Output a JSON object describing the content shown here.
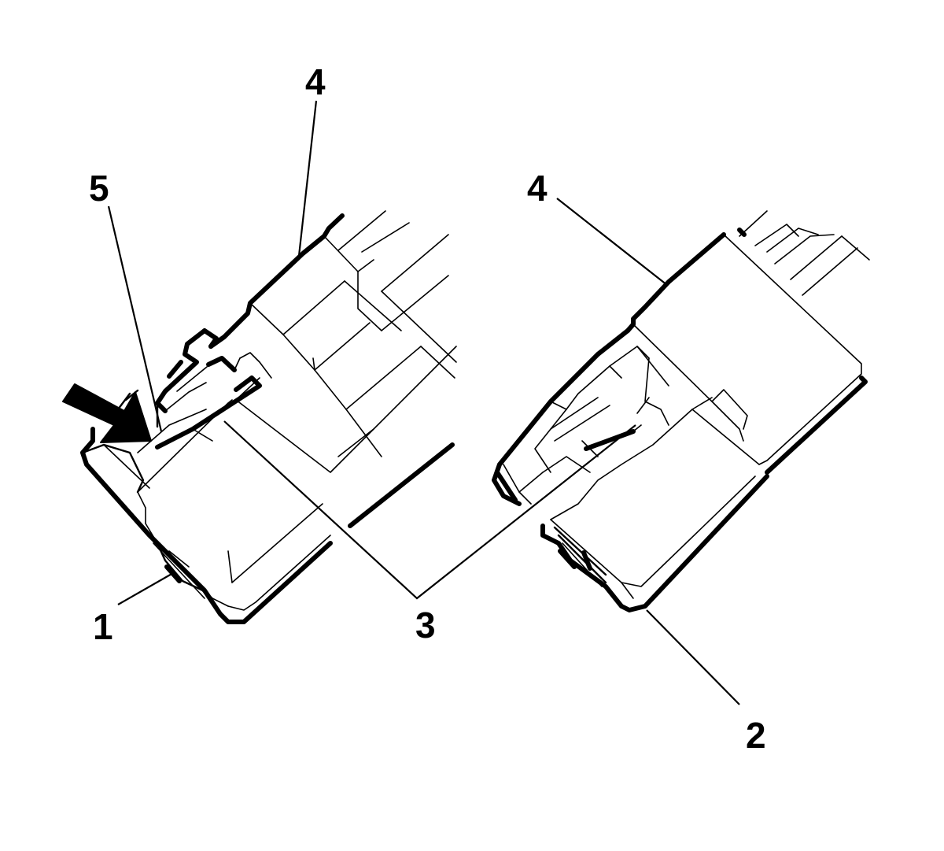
{
  "callouts": [
    {
      "id": "1",
      "label": "1"
    },
    {
      "id": "2",
      "label": "2"
    },
    {
      "id": "3",
      "label": "3"
    },
    {
      "id": "4a",
      "label": "4"
    },
    {
      "id": "4b",
      "label": "4"
    },
    {
      "id": "5",
      "label": "5"
    }
  ],
  "colors": {
    "ink": "#000000",
    "background": "#ffffff"
  },
  "icons": {
    "direction_arrow": "push-direction-arrow-icon"
  }
}
